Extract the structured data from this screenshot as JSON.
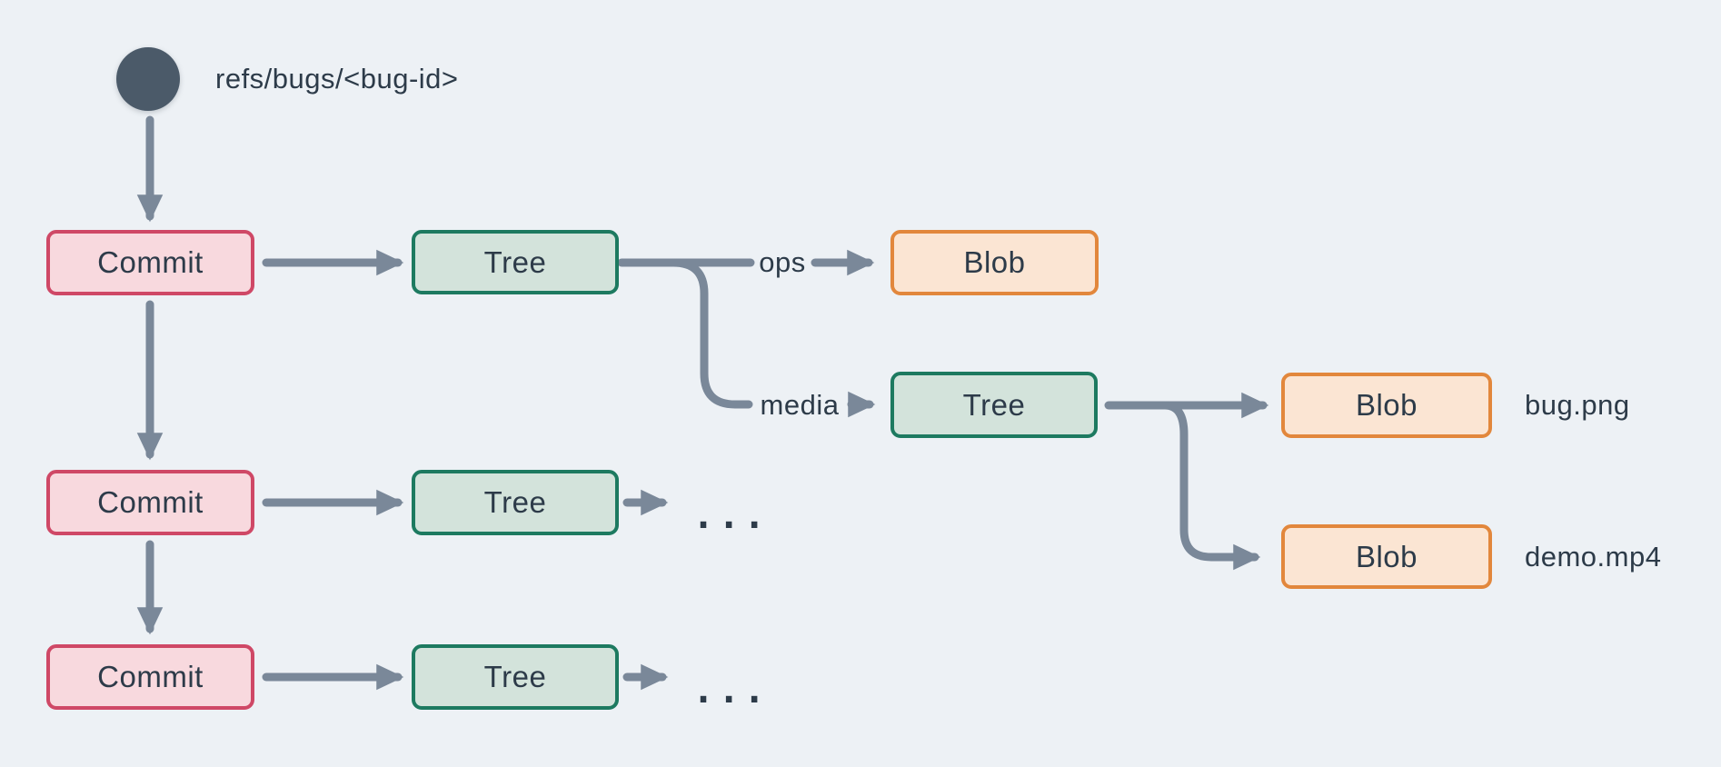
{
  "canvas": {
    "background": "#edf1f5"
  },
  "colors": {
    "text": "#2d3b49",
    "connector": "#7a8899",
    "ref_circle": "#4b5a69",
    "commit_fill": "#f8d9de",
    "commit_border": "#cf4866",
    "tree_fill": "#d3e3db",
    "tree_border": "#1d7a60",
    "blob_fill": "#fbe5d3",
    "blob_border": "#e2873c"
  },
  "ref": {
    "label": "refs/bugs/<bug-id>"
  },
  "labels": {
    "commit": "Commit",
    "tree": "Tree",
    "blob": "Blob",
    "ops": "ops",
    "media": "media",
    "bug_file": "bug.png",
    "demo_file": "demo.mp4",
    "ellipsis": "..."
  }
}
